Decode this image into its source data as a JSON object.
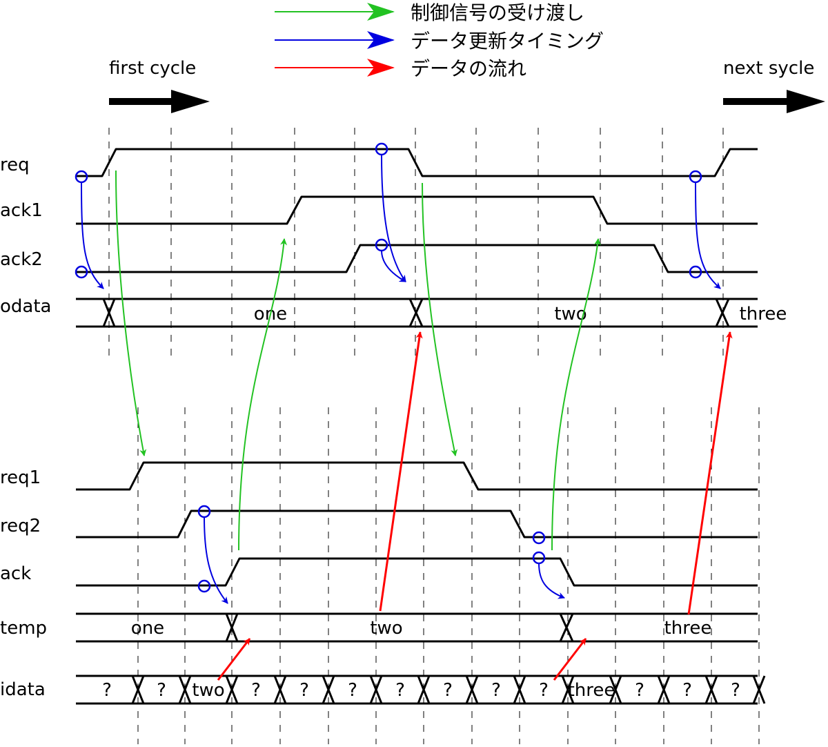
{
  "legend": {
    "control_handoff": "制御信号の受け渡し",
    "data_update_timing": "データ更新タイミング",
    "data_flow": "データの流れ",
    "colors": {
      "green": "#22c222",
      "blue": "#0000e0",
      "red": "#ff0000"
    }
  },
  "labels": {
    "first_cycle": "first cycle",
    "next_cycle": "next sycle"
  },
  "signals": {
    "req": "req",
    "ack1": "ack1",
    "ack2": "ack2",
    "odata": "odata",
    "req1": "req1",
    "req2": "req2",
    "ack": "ack",
    "temp": "temp",
    "idata": "idata"
  },
  "odata_values": [
    "one",
    "two",
    "three"
  ],
  "temp_values": [
    "one",
    "two",
    "three"
  ],
  "idata_values": [
    "?",
    "?",
    "two",
    "?",
    "?",
    "?",
    "?",
    "?",
    "?",
    "?",
    "three",
    "?",
    "?",
    "?",
    "?",
    "?"
  ]
}
